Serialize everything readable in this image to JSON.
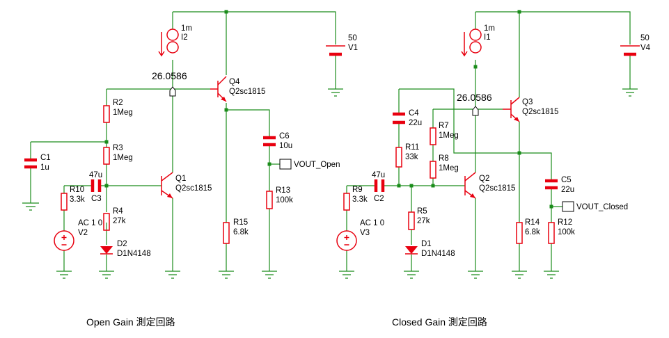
{
  "captions": {
    "open": "Open Gain  測定回路",
    "closed": "Closed Gain  測定回路"
  },
  "open": {
    "I2": {
      "name": "I2",
      "value": "1m"
    },
    "V1": {
      "name": "V1",
      "value": "50"
    },
    "node_voltage": "26.0586",
    "Q4": {
      "name": "Q4",
      "model": "Q2sc1815"
    },
    "Q1": {
      "name": "Q1",
      "model": "Q2sc1815"
    },
    "R2": {
      "name": "R2",
      "value": "1Meg"
    },
    "R3": {
      "name": "R3",
      "value": "1Meg"
    },
    "C1": {
      "name": "C1",
      "value": "1u"
    },
    "C3": {
      "name": "C3",
      "value": "47u"
    },
    "R10": {
      "name": "R10",
      "value": "3.3k"
    },
    "R4": {
      "name": "R4",
      "value": "27k"
    },
    "V2": {
      "name": "V2",
      "value": "AC 1 0"
    },
    "D2": {
      "name": "D2",
      "model": "D1N4148"
    },
    "R15": {
      "name": "R15",
      "value": "6.8k"
    },
    "C6": {
      "name": "C6",
      "value": "10u"
    },
    "R13": {
      "name": "R13",
      "value": "100k"
    },
    "vout": "VOUT_Open"
  },
  "closed": {
    "I1": {
      "name": "I1",
      "value": "1m"
    },
    "V4": {
      "name": "V4",
      "value": "50"
    },
    "node_voltage": "26.0586",
    "Q3": {
      "name": "Q3",
      "model": "Q2sc1815"
    },
    "Q2": {
      "name": "Q2",
      "model": "Q2sc1815"
    },
    "C4": {
      "name": "C4",
      "value": "22u"
    },
    "R11": {
      "name": "R11",
      "value": "33k"
    },
    "R7": {
      "name": "R7",
      "value": "1Meg"
    },
    "R8": {
      "name": "R8",
      "value": "1Meg"
    },
    "C2": {
      "name": "C2",
      "value": "47u"
    },
    "R9": {
      "name": "R9",
      "value": "3.3k"
    },
    "R5": {
      "name": "R5",
      "value": "27k"
    },
    "V3": {
      "name": "V3",
      "value": "AC 1 0"
    },
    "D1": {
      "name": "D1",
      "model": "D1N4148"
    },
    "R14": {
      "name": "R14",
      "value": "6.8k"
    },
    "C5": {
      "name": "C5",
      "value": "22u"
    },
    "R12": {
      "name": "R12",
      "value": "100k"
    },
    "vout": "VOUT_Closed"
  },
  "colors": {
    "wire": "#1a8c1a",
    "component": "#e8000f",
    "text": "#000000"
  }
}
